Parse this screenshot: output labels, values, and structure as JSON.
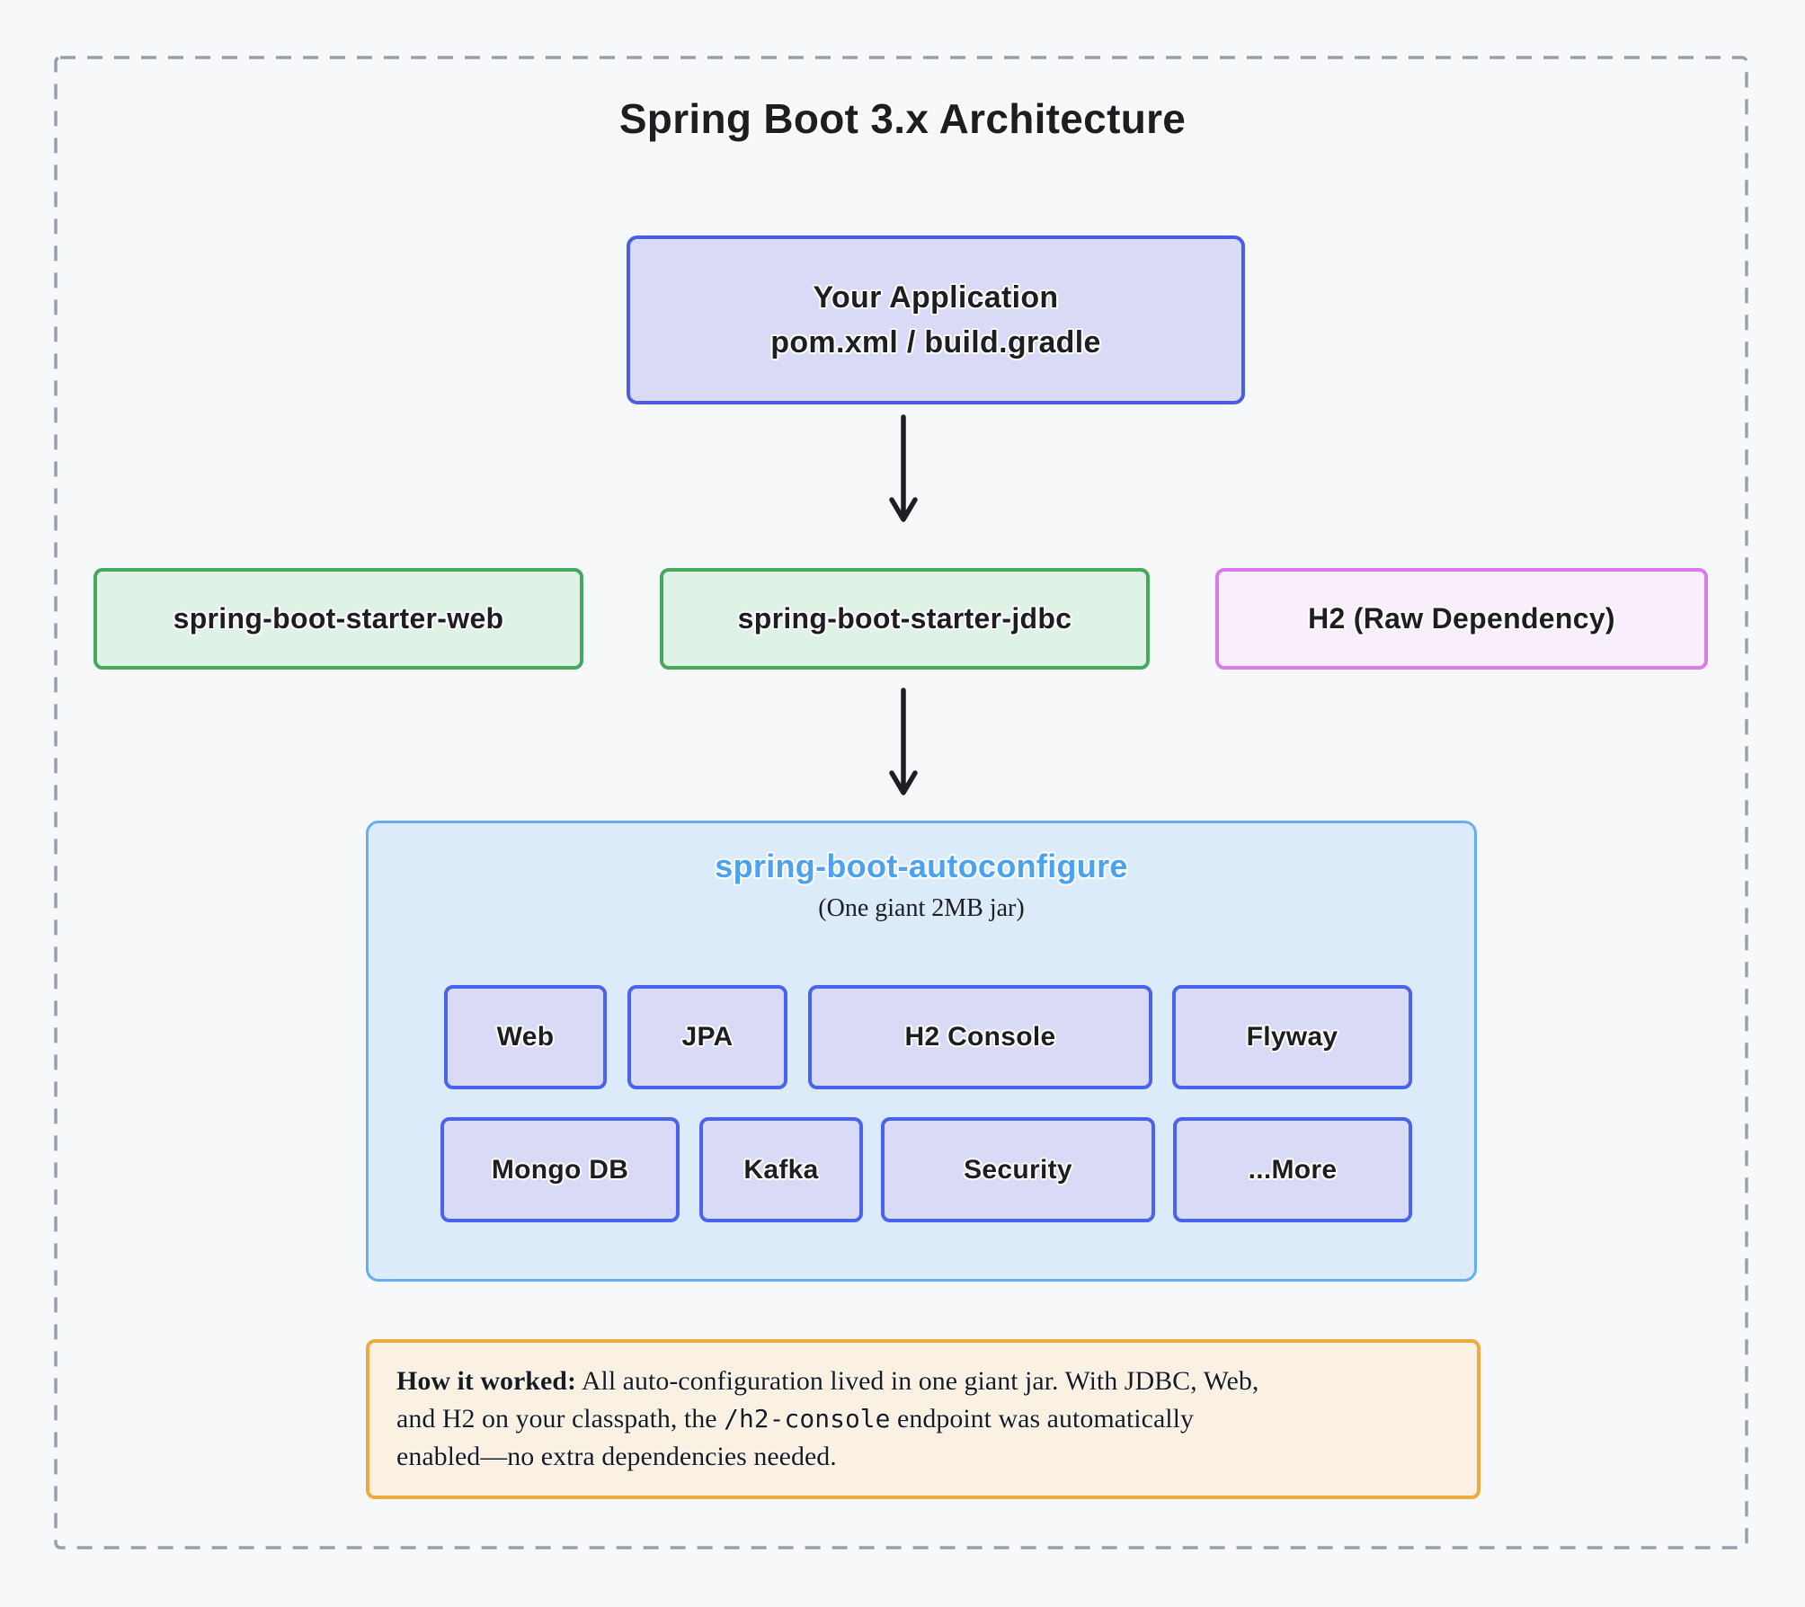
{
  "diagram": {
    "title": "Spring Boot 3.x Architecture",
    "app_box": {
      "line1": "Your Application",
      "line2": "pom.xml / build.gradle"
    },
    "starters": [
      {
        "label": "spring-boot-starter-web",
        "variant": "green"
      },
      {
        "label": "spring-boot-starter-jdbc",
        "variant": "green"
      },
      {
        "label": "H2 (Raw Dependency)",
        "variant": "pink"
      }
    ],
    "autoconfigure": {
      "title": "spring-boot-autoconfigure",
      "subtitle": "(One giant 2MB jar)",
      "chips_row1": [
        "Web",
        "JPA",
        "H2 Console",
        "Flyway"
      ],
      "chips_row2": [
        "Mongo DB",
        "Kafka",
        "Security",
        "...More"
      ]
    },
    "note": {
      "line1_bold": "How it worked:",
      "line1_rest": " All auto-configuration lived in one giant jar. With JDBC, Web,",
      "line2_before_code": "and H2 on your classpath, the ",
      "line2_code": "/h2-console",
      "line2_after_code": " endpoint was automatically",
      "line3": "enabled—no extra dependencies needed."
    },
    "colors": {
      "background": "#f7f8fa",
      "frame_dash": "#97a0ac",
      "ink": "#1d1d22",
      "arrow": "#1e1e24",
      "app_fill": "#d9dbf6",
      "app_border": "#4a5fe0",
      "green_fill": "#def2e6",
      "green_border": "#46a85c",
      "pink_fill": "#f9eefb",
      "pink_border": "#d97ce8",
      "container_fill": "#dcebfa",
      "container_border": "#66adf1",
      "container_title_text": "#4aa2f0",
      "chip_fill": "#d9dbf6",
      "chip_border": "#4a63ee",
      "note_fill": "#faf1e3",
      "note_border": "#edaa43"
    }
  }
}
